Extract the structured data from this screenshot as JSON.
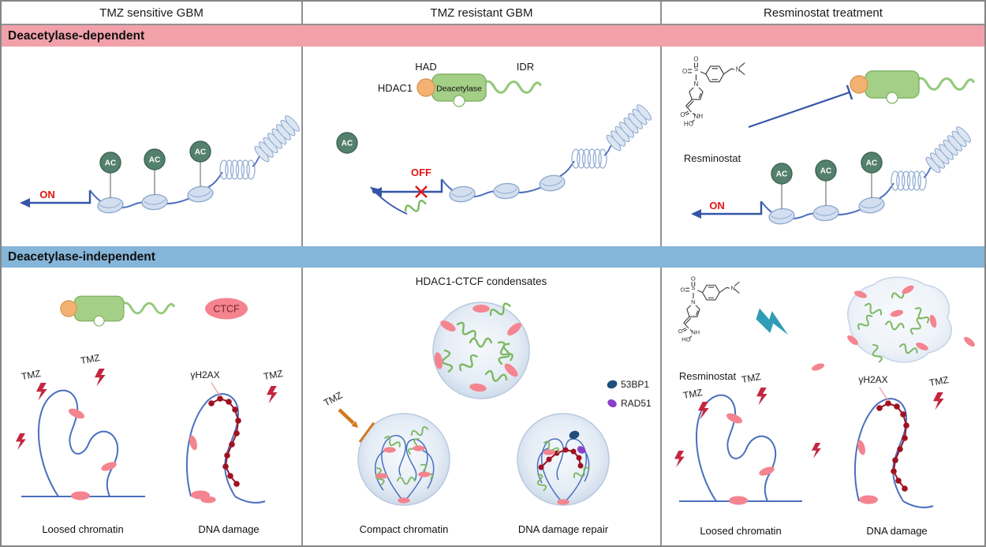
{
  "palette": {
    "banner_pink": "#f2a1ab",
    "banner_blue": "#85b5d9",
    "chromatin_blue": "#4a6fbe",
    "arrow_blue": "#3555a8",
    "nucleosome_fill": "#d3dff0",
    "ac_green": "#54806e",
    "protein_green": "#a4cf87",
    "had_orange": "#f3b272",
    "ctcf_pink": "#f4848f",
    "signal_red": "#e01414",
    "bolt_red": "#c42640",
    "damage_dark_red": "#9e1220",
    "tmz_arrow_orange": "#d2791e",
    "teal_flash": "#2f9db5",
    "bp53_blue": "#1f4e79",
    "rad51_purple": "#8a3fc6"
  },
  "columns": [
    {
      "title": "TMZ sensitive GBM"
    },
    {
      "title": "TMZ resistant GBM"
    },
    {
      "title": "Resminostat treatment"
    }
  ],
  "sections": {
    "dependent": {
      "label": "Deacetylase-dependent"
    },
    "independent": {
      "label": "Deacetylase-independent"
    }
  },
  "labels": {
    "ac": "AC",
    "on": "ON",
    "off": "OFF",
    "tmz": "TMZ",
    "gh2ax": "γH2AX",
    "resminostat": "Resminostat"
  },
  "hdac1": {
    "name": "HDAC1",
    "had": "HAD",
    "deacetylase": "Deacetylase",
    "idr": "IDR"
  },
  "condensates": {
    "title": "HDAC1-CTCF condensates",
    "ctcf": "CTCF",
    "legend": [
      {
        "label": "53BP1"
      },
      {
        "label": "RAD51"
      }
    ]
  },
  "captions": {
    "loosed": "Loosed chromatin",
    "dna_damage": "DNA damage",
    "compact": "Compact chromatin",
    "repair": "DNA damage repair"
  },
  "molecule": {
    "o_top": "O",
    "s": "S",
    "o_left": "O",
    "n_pyrrole": "N",
    "n_amine": "N",
    "o_carbonyl": "O",
    "nh": "NH",
    "ho": "HO"
  }
}
